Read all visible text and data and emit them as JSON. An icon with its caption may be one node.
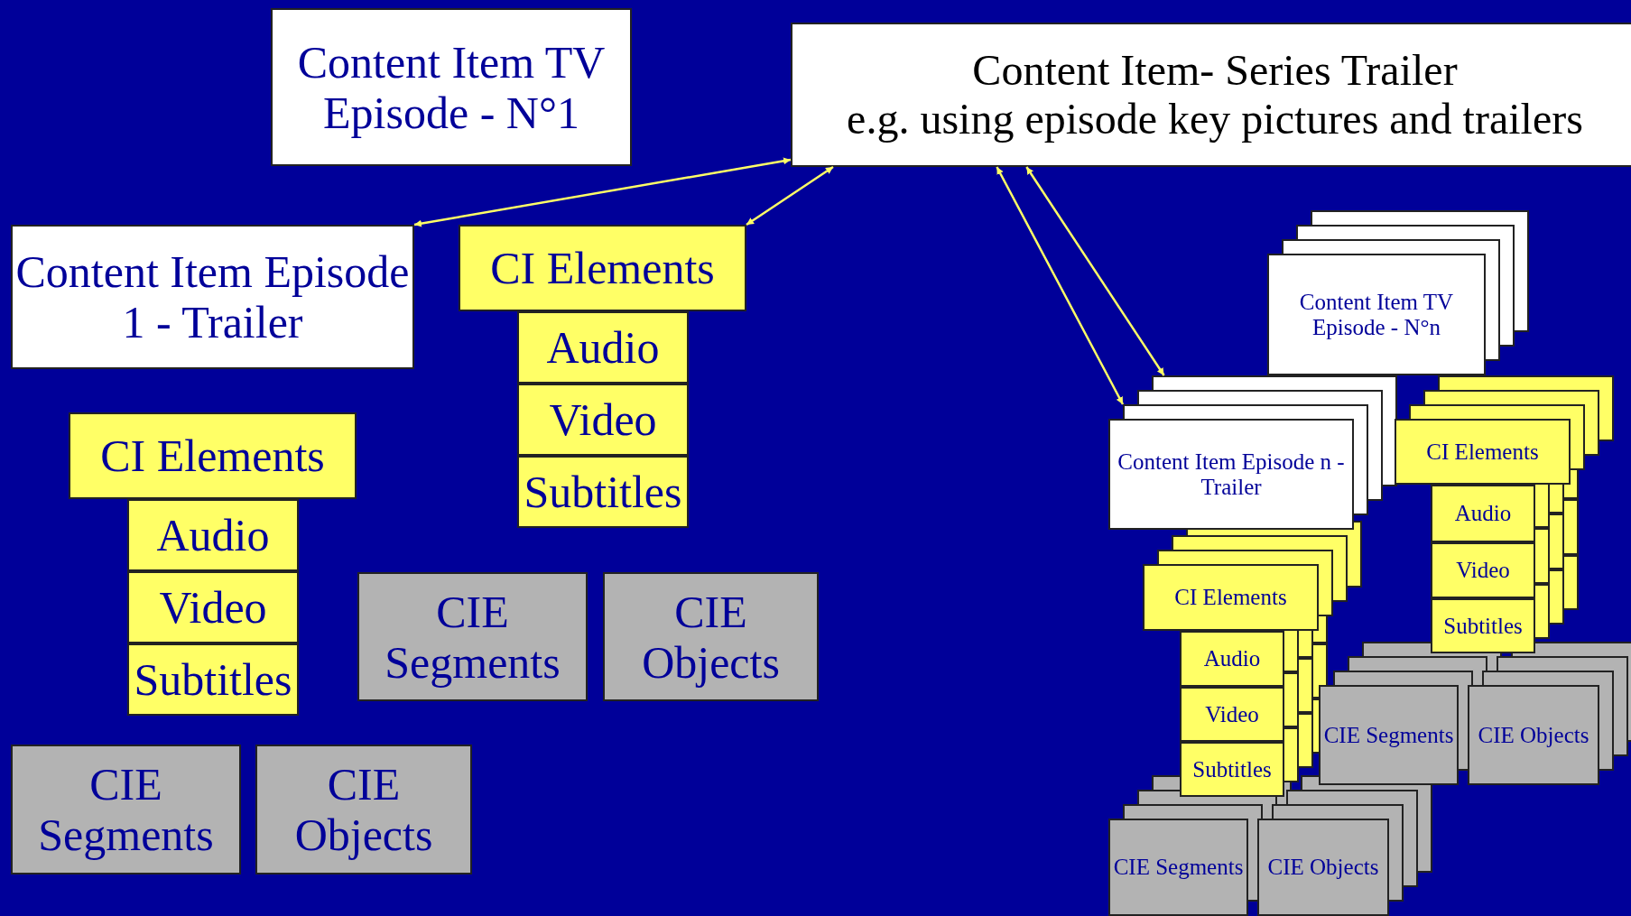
{
  "diagram": {
    "nodes": [
      {
        "text": [
          "Content Item TV Episode - N°1"
        ]
      },
      {
        "text": [
          "Content Item- Series Trailer",
          "e.g. using episode key pictures and trailers"
        ]
      },
      {
        "text": [
          "Content Item Episode 1 - Trailer"
        ]
      },
      {
        "text": [
          "CI Elements"
        ]
      },
      {
        "text": [
          "Audio"
        ]
      },
      {
        "text": [
          "Video"
        ]
      },
      {
        "text": [
          "Subtitles"
        ]
      },
      {
        "text": [
          "CI Elements"
        ]
      },
      {
        "text": [
          "Audio"
        ]
      },
      {
        "text": [
          "Video"
        ]
      },
      {
        "text": [
          "Subtitles"
        ]
      },
      {
        "text": [
          "CIE Segments"
        ]
      },
      {
        "text": [
          "CIE Objects"
        ]
      },
      {
        "text": [
          "CIE Segments"
        ]
      },
      {
        "text": [
          "CIE Objects"
        ]
      },
      {
        "text": [
          "Content Item TV Episode - N°n"
        ]
      },
      {
        "text": [
          "Content Item Episode n - Trailer"
        ]
      },
      {
        "text": [
          "CI Elements"
        ]
      },
      {
        "text": [
          "Audio"
        ]
      },
      {
        "text": [
          "Video"
        ]
      },
      {
        "text": [
          "Subtitles"
        ]
      },
      {
        "text": [
          "CI Elements"
        ]
      },
      {
        "text": [
          "Audio"
        ]
      },
      {
        "text": [
          "Video"
        ]
      },
      {
        "text": [
          "Subtitles"
        ]
      },
      {
        "text": [
          "CIE Segments"
        ]
      },
      {
        "text": [
          "CIE Objects"
        ]
      },
      {
        "text": [
          "CIE Segments"
        ]
      },
      {
        "text": [
          "CIE Objects"
        ]
      }
    ],
    "edges": [
      {
        "from": 2,
        "to": 1,
        "arrow": "both"
      },
      {
        "from": 3,
        "to": 1,
        "arrow": "both"
      },
      {
        "from": 16,
        "to": 1,
        "arrow": "both"
      },
      {
        "from": 16,
        "to": 1,
        "arrow": "both"
      }
    ]
  }
}
